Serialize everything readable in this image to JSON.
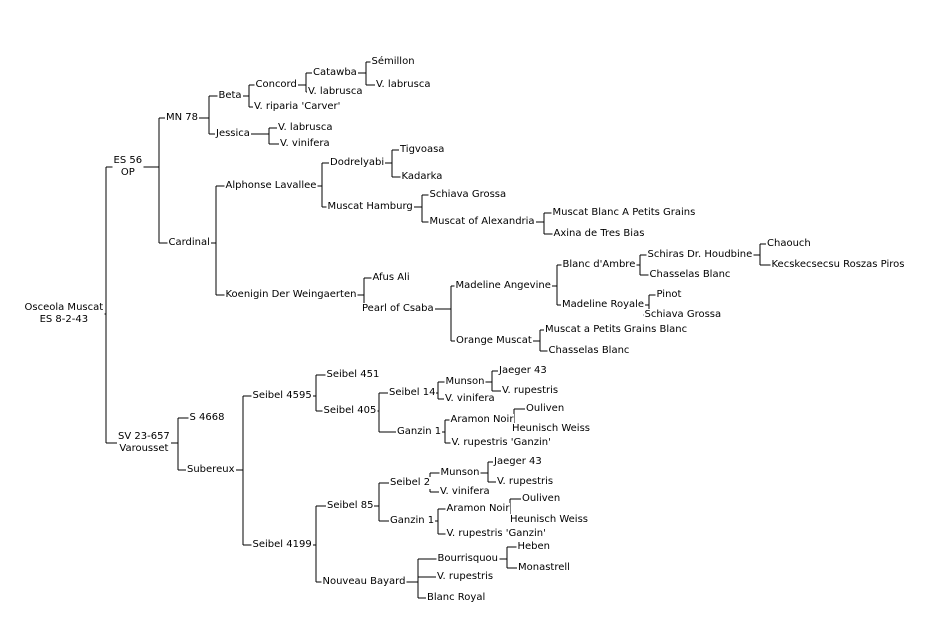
{
  "tree": {
    "id": "root",
    "labels": [
      "Osceola Muscat",
      "ES 8-2-43"
    ],
    "children": [
      {
        "id": "es56",
        "labels": [
          "ES 56",
          "OP"
        ],
        "children": [
          {
            "id": "mn78",
            "labels": [
              "MN 78"
            ],
            "children": [
              {
                "id": "beta",
                "labels": [
                  "Beta"
                ],
                "children": [
                  {
                    "id": "concord",
                    "labels": [
                      "Concord"
                    ],
                    "children": [
                      {
                        "id": "catawba",
                        "labels": [
                          "Catawba"
                        ],
                        "children": [
                          {
                            "id": "semillon",
                            "labels": [
                              "Sémillon"
                            ]
                          },
                          {
                            "id": "vlab1",
                            "labels": [
                              "V. labrusca"
                            ]
                          }
                        ]
                      },
                      {
                        "id": "vlab2",
                        "labels": [
                          "V. labrusca"
                        ]
                      }
                    ]
                  },
                  {
                    "id": "vriparia",
                    "labels": [
                      "V. riparia 'Carver'"
                    ]
                  }
                ]
              },
              {
                "id": "jessica",
                "labels": [
                  "Jessica"
                ],
                "children": [
                  {
                    "id": "vlab3",
                    "labels": [
                      "V. labrusca"
                    ]
                  },
                  {
                    "id": "vvin1",
                    "labels": [
                      "V. vinifera"
                    ]
                  }
                ]
              }
            ]
          },
          {
            "id": "cardinal",
            "labels": [
              "Cardinal"
            ],
            "children": [
              {
                "id": "alphonse",
                "labels": [
                  "Alphonse Lavallee"
                ],
                "children": [
                  {
                    "id": "dodrelyabi",
                    "labels": [
                      "Dodrelyabi"
                    ],
                    "children": [
                      {
                        "id": "tigvoasa",
                        "labels": [
                          "Tigvoasa"
                        ]
                      },
                      {
                        "id": "kadarka",
                        "labels": [
                          "Kadarka"
                        ]
                      }
                    ]
                  },
                  {
                    "id": "muscathamburg",
                    "labels": [
                      "Muscat Hamburg"
                    ],
                    "children": [
                      {
                        "id": "schiava1",
                        "labels": [
                          "Schiava Grossa"
                        ]
                      },
                      {
                        "id": "muscatalex",
                        "labels": [
                          "Muscat of Alexandria"
                        ],
                        "children": [
                          {
                            "id": "mbapg",
                            "labels": [
                              "Muscat Blanc A Petits Grains"
                            ]
                          },
                          {
                            "id": "axina",
                            "labels": [
                              "Axina de Tres Bias"
                            ]
                          }
                        ]
                      }
                    ]
                  }
                ]
              },
              {
                "id": "koenigin",
                "labels": [
                  "Koenigin Der Weingaerten"
                ],
                "children": [
                  {
                    "id": "afusali",
                    "labels": [
                      "Afus Ali"
                    ]
                  },
                  {
                    "id": "pearl",
                    "labels": [
                      "Pearl of Csaba"
                    ],
                    "children": [
                      {
                        "id": "madangevine",
                        "labels": [
                          "Madeline Angevine"
                        ],
                        "children": [
                          {
                            "id": "blancdambre",
                            "labels": [
                              "Blanc d'Ambre"
                            ],
                            "children": [
                              {
                                "id": "schiras",
                                "labels": [
                                  "Schiras Dr. Houdbine"
                                ],
                                "children": [
                                  {
                                    "id": "chaouch",
                                    "labels": [
                                      "Chaouch"
                                    ]
                                  },
                                  {
                                    "id": "kecskec",
                                    "labels": [
                                      "Kecskecsecsu Roszas Piros"
                                    ]
                                  }
                                ]
                              },
                              {
                                "id": "chasselas1",
                                "labels": [
                                  "Chasselas Blanc"
                                ]
                              }
                            ]
                          },
                          {
                            "id": "madroyale",
                            "labels": [
                              "Madeline Royale"
                            ],
                            "children": [
                              {
                                "id": "pinot",
                                "labels": [
                                  "Pinot"
                                ]
                              },
                              {
                                "id": "schiava2",
                                "labels": [
                                  "Schiava Grossa"
                                ]
                              }
                            ]
                          }
                        ]
                      },
                      {
                        "id": "orangemuscat",
                        "labels": [
                          "Orange Muscat"
                        ],
                        "children": [
                          {
                            "id": "mapgb",
                            "labels": [
                              "Muscat a Petits Grains Blanc"
                            ]
                          },
                          {
                            "id": "chasselas2",
                            "labels": [
                              "Chasselas Blanc"
                            ]
                          }
                        ]
                      }
                    ]
                  }
                ]
              }
            ]
          }
        ]
      },
      {
        "id": "sv23",
        "labels": [
          "SV 23-657",
          "Varousset"
        ],
        "children": [
          {
            "id": "s4668",
            "labels": [
              "S 4668"
            ]
          },
          {
            "id": "subereux",
            "labels": [
              "Subereux"
            ],
            "children": [
              {
                "id": "seibel4595",
                "labels": [
                  "Seibel 4595"
                ],
                "children": [
                  {
                    "id": "seibel451",
                    "labels": [
                      "Seibel 451"
                    ]
                  },
                  {
                    "id": "seibel405",
                    "labels": [
                      "Seibel 405"
                    ],
                    "children": [
                      {
                        "id": "seibel14",
                        "labels": [
                          "Seibel 14"
                        ],
                        "children": [
                          {
                            "id": "munson1",
                            "labels": [
                              "Munson"
                            ],
                            "children": [
                              {
                                "id": "jaeger1",
                                "labels": [
                                  "Jaeger 43"
                                ]
                              },
                              {
                                "id": "vrup1",
                                "labels": [
                                  "V. rupestris"
                                ]
                              }
                            ]
                          },
                          {
                            "id": "vvin2",
                            "labels": [
                              "V. vinifera"
                            ]
                          }
                        ]
                      },
                      {
                        "id": "ganzin1",
                        "labels": [
                          "Ganzin 1"
                        ],
                        "children": [
                          {
                            "id": "aramon1",
                            "labels": [
                              "Aramon Noir"
                            ],
                            "children": [
                              {
                                "id": "ouliven1",
                                "labels": [
                                  "Ouliven"
                                ]
                              },
                              {
                                "id": "heunisch1",
                                "labels": [
                                  "Heunisch Weiss"
                                ]
                              }
                            ]
                          },
                          {
                            "id": "vrupganzin1",
                            "labels": [
                              "V. rupestris 'Ganzin'"
                            ]
                          }
                        ]
                      }
                    ]
                  }
                ]
              },
              {
                "id": "seibel4199",
                "labels": [
                  "Seibel 4199"
                ],
                "children": [
                  {
                    "id": "seibel85",
                    "labels": [
                      "Seibel 85"
                    ],
                    "children": [
                      {
                        "id": "seibel2",
                        "labels": [
                          "Seibel 2"
                        ],
                        "children": [
                          {
                            "id": "munson2",
                            "labels": [
                              "Munson"
                            ],
                            "children": [
                              {
                                "id": "jaeger2",
                                "labels": [
                                  "Jaeger 43"
                                ]
                              },
                              {
                                "id": "vrup2",
                                "labels": [
                                  "V. rupestris"
                                ]
                              }
                            ]
                          },
                          {
                            "id": "vvin3",
                            "labels": [
                              "V. vinifera"
                            ]
                          }
                        ]
                      },
                      {
                        "id": "ganzin2",
                        "labels": [
                          "Ganzin 1"
                        ],
                        "children": [
                          {
                            "id": "aramon2",
                            "labels": [
                              "Aramon Noir"
                            ],
                            "children": [
                              {
                                "id": "ouliven2",
                                "labels": [
                                  "Ouliven"
                                ]
                              },
                              {
                                "id": "heunisch2",
                                "labels": [
                                  "Heunisch Weiss"
                                ]
                              }
                            ]
                          },
                          {
                            "id": "vrupganzin2",
                            "labels": [
                              "V. rupestris 'Ganzin'"
                            ]
                          }
                        ]
                      }
                    ]
                  },
                  {
                    "id": "nouveaubayard",
                    "labels": [
                      "Nouveau Bayard"
                    ],
                    "children": [
                      {
                        "id": "bourrisquou",
                        "labels": [
                          "Bourrisquou"
                        ],
                        "children": [
                          {
                            "id": "heben",
                            "labels": [
                              "Heben"
                            ]
                          },
                          {
                            "id": "monastrell",
                            "labels": [
                              "Monastrell"
                            ]
                          }
                        ]
                      },
                      {
                        "id": "vrup3",
                        "labels": [
                          "V. rupestris"
                        ]
                      },
                      {
                        "id": "blancroyal",
                        "labels": [
                          "Blanc Royal"
                        ]
                      }
                    ]
                  }
                ]
              }
            ]
          }
        ]
      }
    ]
  },
  "line_color": "#000000"
}
